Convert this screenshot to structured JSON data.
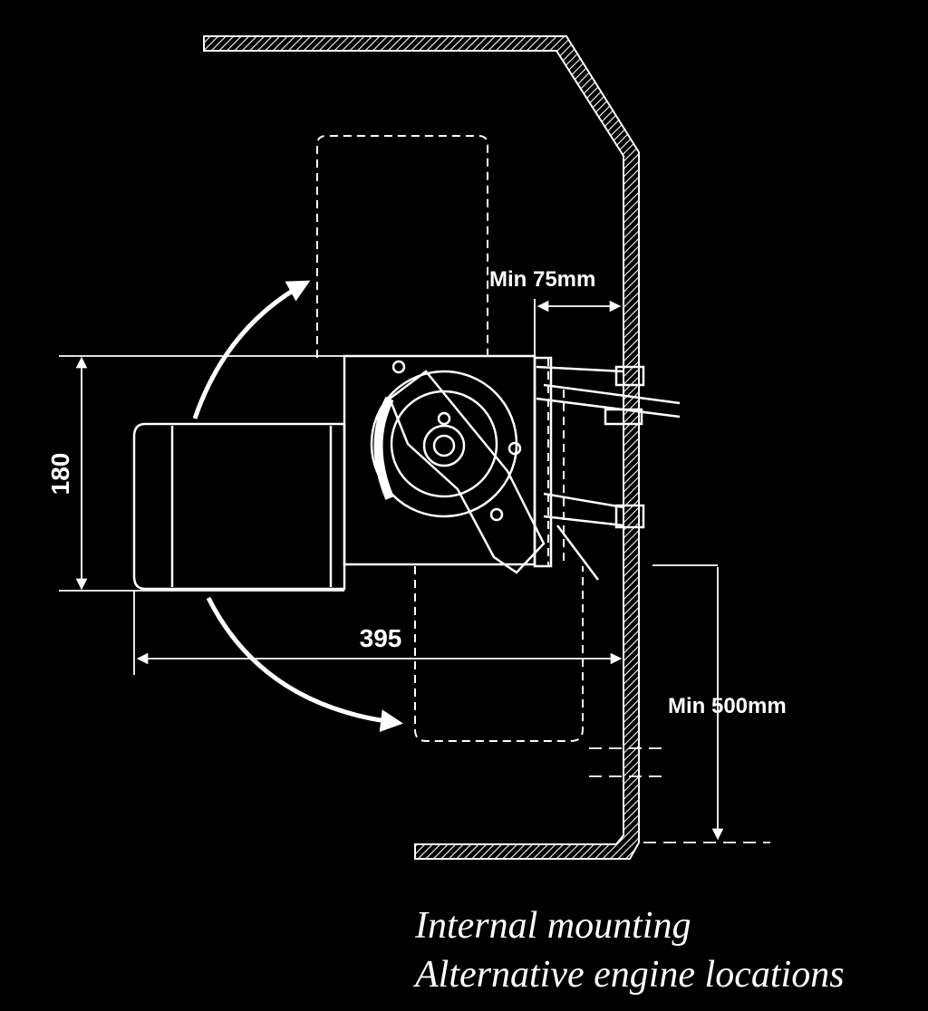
{
  "dimensions": {
    "height": "180",
    "length": "395",
    "min_clearance_side": "Min 75mm",
    "min_clearance_below": "Min 500mm"
  },
  "caption": {
    "line1": "Internal mounting",
    "line2": "Alternative engine locations"
  },
  "colors": {
    "background": "#000000",
    "line": "#ffffff"
  }
}
